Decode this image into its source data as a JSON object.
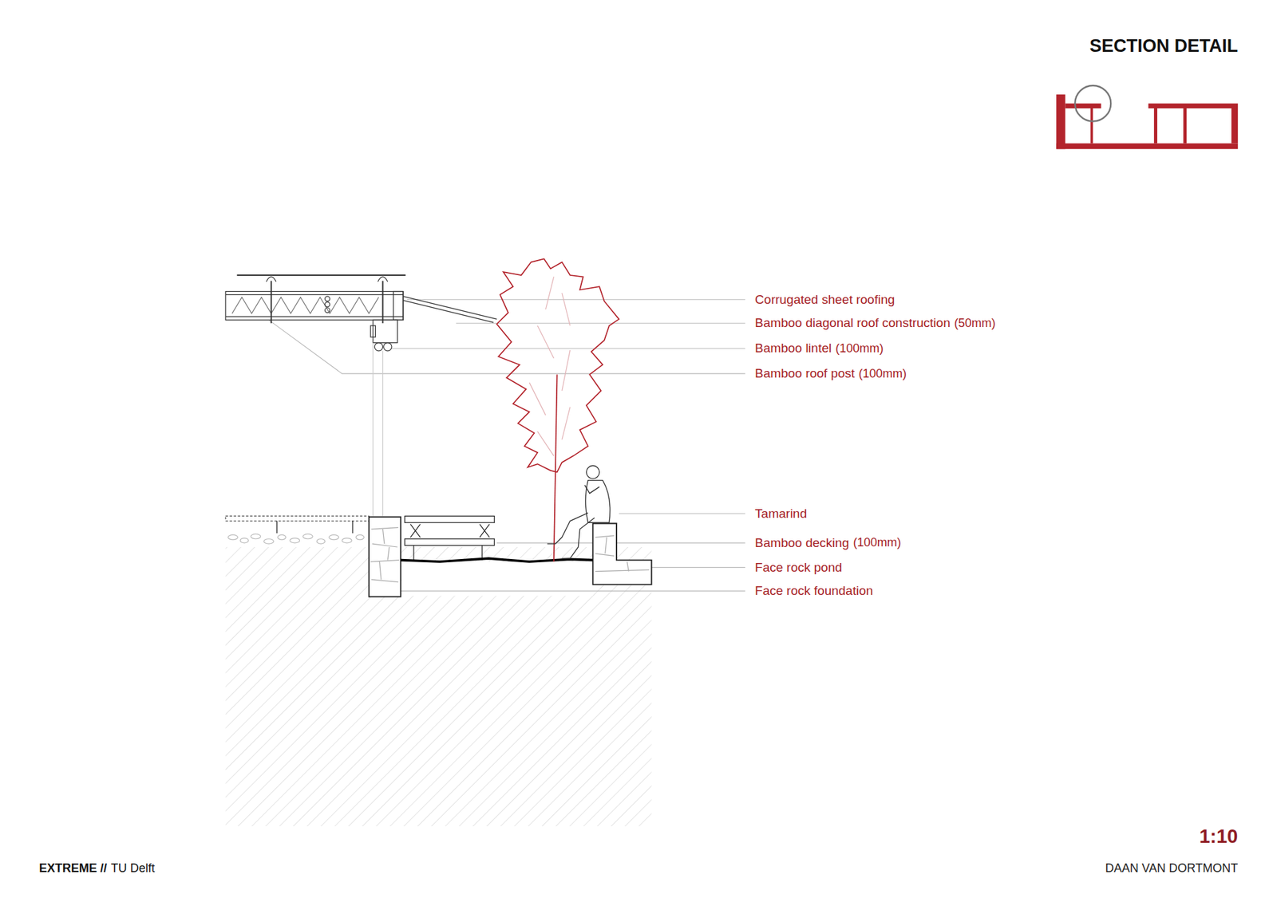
{
  "diagram": {
    "title": "SECTION DETAIL",
    "labels": [
      "Corrugated sheet roofing",
      "Bamboo diagonal roof construction",
      "(50mm)",
      "Bamboo lintel",
      "(100mm)",
      "Bamboo roof post",
      "(100mm)",
      "Tamarind",
      "Bamboo decking",
      "(100mm)",
      "Face rock pond",
      "Face rock foundation",
      "1:10",
      "EXTREME //",
      "TU Delft",
      "DAAN VAN DORTMONT"
    ]
  }
}
